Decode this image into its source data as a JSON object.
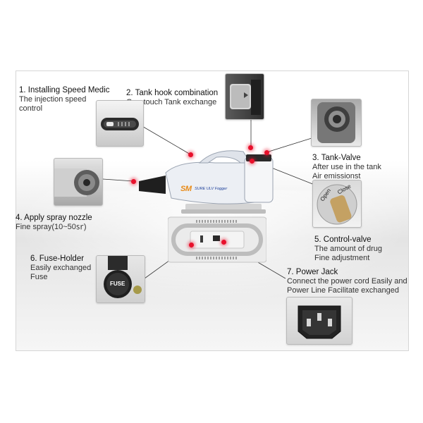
{
  "callouts": [
    {
      "title": "1. Installing Speed Medic",
      "desc": [
        "The injection speed",
        "control"
      ]
    },
    {
      "title": "2. Tank hook combination",
      "desc": [
        "One-touch Tank exchange"
      ]
    },
    {
      "title": "3. Tank-Valve",
      "desc": [
        "After use in the tank",
        "Air emissionst"
      ]
    },
    {
      "title": "4. Apply spray nozzle",
      "desc": [
        "Fine spray(10~50㏛)"
      ]
    },
    {
      "title": "5. Control-valve",
      "desc": [
        "The amount of drug",
        "Fine adjustment"
      ]
    },
    {
      "title": "6. Fuse-Holder",
      "desc": [
        "Easily exchanged",
        "Fuse"
      ]
    },
    {
      "title": "7. Power Jack",
      "desc": [
        "Connect the power cord Easily and",
        "Power Line Facilitate exchanged"
      ]
    }
  ],
  "product": {
    "brand": "SM",
    "model": "SURE ULV Fogger"
  },
  "thumb_text": {
    "fuse": "FUSE",
    "valve_open": "Open",
    "valve_close": "Close"
  },
  "colors": {
    "accent_dot": "#e8102b",
    "brand_blue": "#1c3f9a",
    "brand_orange": "#e88a16"
  }
}
